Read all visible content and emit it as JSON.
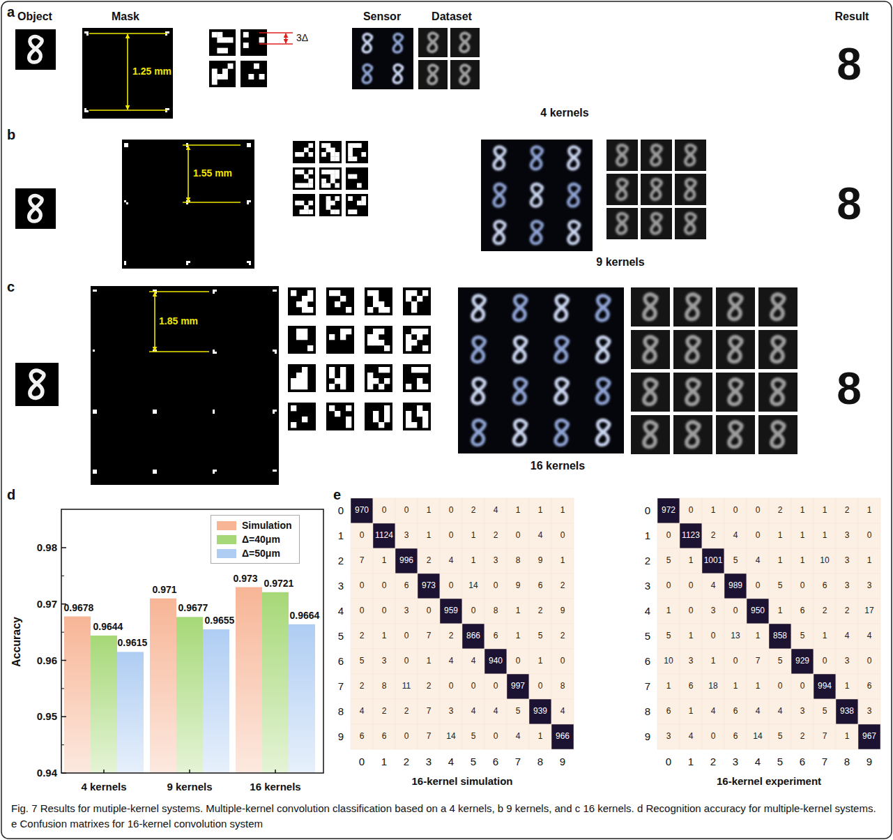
{
  "diagram": {
    "caption": "Fig. 7 Results for mutiple-kernel systems. Multiple-kernel convolution classification based on a 4 kernels, b 9 kernels, and c 16 kernels. d Recognition accuracy for multiple-kernel systems. e Confusion matrixes for 16-kernel convolution system",
    "labels": [
      "a",
      "Object",
      "Mask",
      "Sensor",
      "Dataset",
      "Result",
      "1.25 mm",
      "3Δ",
      "4 kernels",
      "8",
      "b",
      "1.55 mm",
      "9 kernels",
      "8",
      "c",
      "1.85 mm",
      "16 kernels",
      "8",
      "d",
      "Accuracy",
      "0.98",
      "0.97",
      "0.96",
      "0.95",
      "0.94",
      "0.9678",
      "0.9644",
      "0.9615",
      "0.971",
      "0.9677",
      "0.9655",
      "0.973",
      "0.9721",
      "0.9664",
      "4 kernels",
      "9 kernels",
      "16 kernels",
      "e",
      "0",
      "1",
      "2",
      "3",
      "4",
      "5",
      "6",
      "7",
      "8",
      "9",
      "970",
      "0",
      "0",
      "1",
      "0",
      "2",
      "4",
      "1",
      "1",
      "1",
      "0",
      "1124",
      "3",
      "1",
      "0",
      "1",
      "2",
      "0",
      "4",
      "0",
      "7",
      "1",
      "996",
      "2",
      "4",
      "1",
      "3",
      "8",
      "9",
      "1",
      "0",
      "0",
      "6",
      "973",
      "0",
      "14",
      "0",
      "9",
      "6",
      "2",
      "0",
      "0",
      "3",
      "0",
      "959",
      "0",
      "8",
      "1",
      "2",
      "9",
      "2",
      "1",
      "0",
      "7",
      "2",
      "866",
      "6",
      "1",
      "5",
      "2",
      "5",
      "3",
      "0",
      "1",
      "4",
      "4",
      "940",
      "0",
      "1",
      "0",
      "2",
      "8",
      "11",
      "2",
      "0",
      "0",
      "0",
      "997",
      "0",
      "8",
      "4",
      "2",
      "2",
      "7",
      "3",
      "4",
      "4",
      "5",
      "939",
      "4",
      "6",
      "6",
      "0",
      "7",
      "14",
      "5",
      "0",
      "4",
      "1",
      "966",
      "0",
      "1",
      "2",
      "3",
      "4",
      "5",
      "6",
      "7",
      "8",
      "9",
      "16-kernel simulation",
      "0",
      "1",
      "2",
      "3",
      "4",
      "5",
      "6",
      "7",
      "8",
      "9",
      "972",
      "0",
      "1",
      "0",
      "0",
      "2",
      "1",
      "1",
      "2",
      "1",
      "0",
      "1123",
      "2",
      "4",
      "0",
      "1",
      "1",
      "1",
      "3",
      "0",
      "5",
      "1",
      "1001",
      "5",
      "4",
      "1",
      "1",
      "10",
      "3",
      "1",
      "0",
      "0",
      "4",
      "989",
      "0",
      "5",
      "0",
      "6",
      "3",
      "3",
      "1",
      "0",
      "3",
      "0",
      "950",
      "1",
      "6",
      "2",
      "2",
      "17",
      "5",
      "1",
      "0",
      "13",
      "1",
      "858",
      "5",
      "1",
      "4",
      "4",
      "10",
      "3",
      "1",
      "0",
      "7",
      "5",
      "929",
      "0",
      "3",
      "0",
      "1",
      "6",
      "18",
      "1",
      "1",
      "0",
      "0",
      "994",
      "1",
      "6",
      "6",
      "1",
      "4",
      "6",
      "4",
      "4",
      "3",
      "5",
      "938",
      "3",
      "3",
      "4",
      "0",
      "6",
      "14",
      "5",
      "2",
      "7",
      "1",
      "967",
      "0",
      "1",
      "2",
      "3",
      "4",
      "5",
      "6",
      "7",
      "8",
      "9",
      "16-kernel experiment"
    ],
    "legend": [
      {
        "text": "Simulation",
        "color": "#f7b596"
      },
      {
        "text": "Δ=40μm",
        "color": "#a6d877"
      },
      {
        "text": "Δ=50μm",
        "color": "#afcdf3"
      }
    ]
  }
}
